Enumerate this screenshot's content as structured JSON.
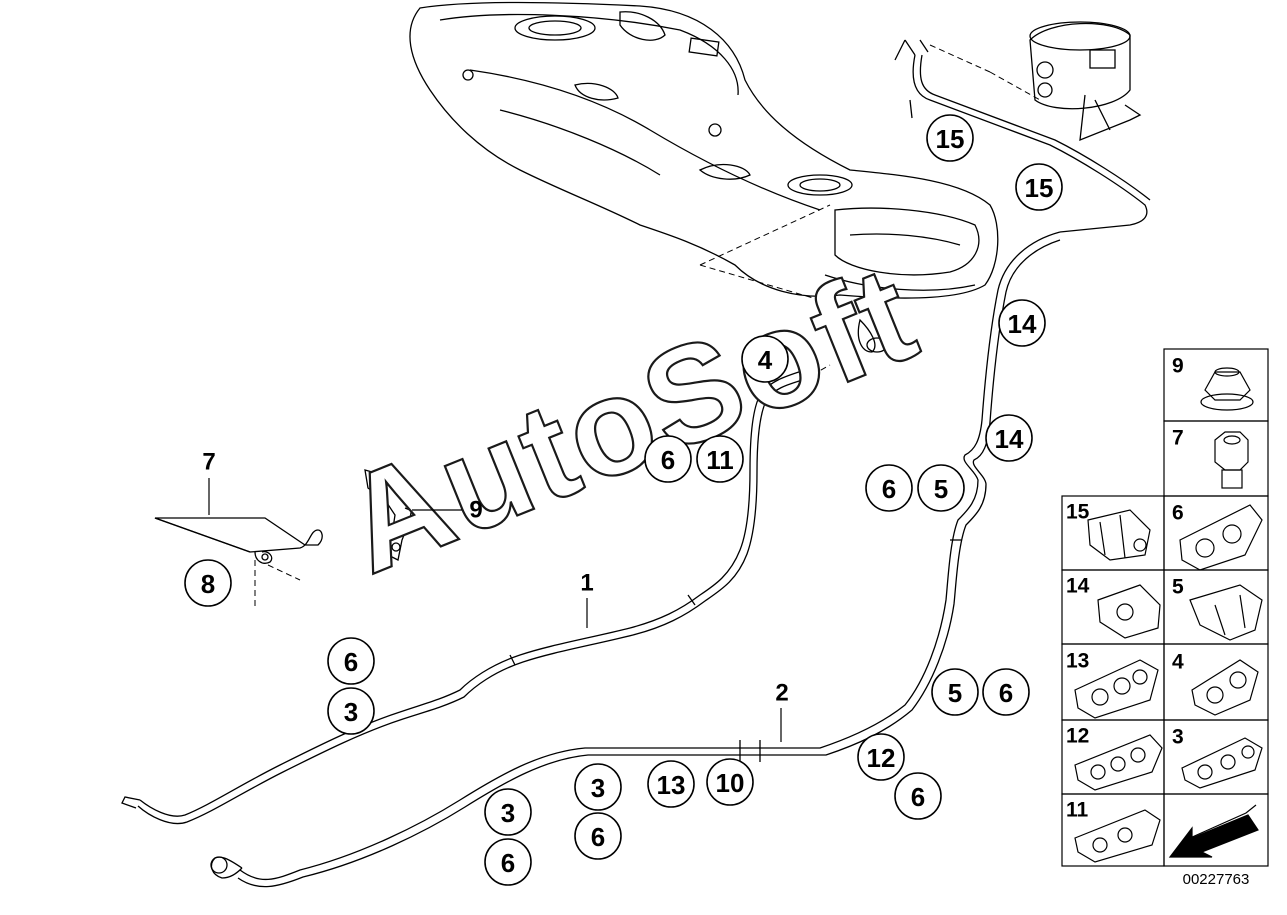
{
  "watermark": "AutoSoft",
  "diagram_id": "00227763",
  "callouts": [
    {
      "id": "c15a",
      "label": "15"
    },
    {
      "id": "c15b",
      "label": "15"
    },
    {
      "id": "c14a",
      "label": "14"
    },
    {
      "id": "c14b",
      "label": "14"
    },
    {
      "id": "c4",
      "label": "4"
    },
    {
      "id": "c6a",
      "label": "6"
    },
    {
      "id": "c11",
      "label": "11"
    },
    {
      "id": "c6b",
      "label": "6"
    },
    {
      "id": "c5a",
      "label": "5"
    },
    {
      "id": "c8",
      "label": "8"
    },
    {
      "id": "c6c",
      "label": "6"
    },
    {
      "id": "c3a",
      "label": "3"
    },
    {
      "id": "c5b",
      "label": "5"
    },
    {
      "id": "c6d",
      "label": "6"
    },
    {
      "id": "c12",
      "label": "12"
    },
    {
      "id": "c6e",
      "label": "6"
    },
    {
      "id": "c3b",
      "label": "3"
    },
    {
      "id": "c13",
      "label": "13"
    },
    {
      "id": "c10",
      "label": "10"
    },
    {
      "id": "c3c",
      "label": "3"
    },
    {
      "id": "c6f",
      "label": "6"
    },
    {
      "id": "c6g",
      "label": "6"
    }
  ],
  "labels": {
    "part1": "1",
    "part2": "2",
    "part7": "7",
    "part9": "9"
  },
  "legend": [
    {
      "label": "9"
    },
    {
      "label": "7"
    },
    {
      "label": "15"
    },
    {
      "label": "6"
    },
    {
      "label": "14"
    },
    {
      "label": "5"
    },
    {
      "label": "13"
    },
    {
      "label": "4"
    },
    {
      "label": "12"
    },
    {
      "label": "3"
    },
    {
      "label": "11"
    }
  ]
}
